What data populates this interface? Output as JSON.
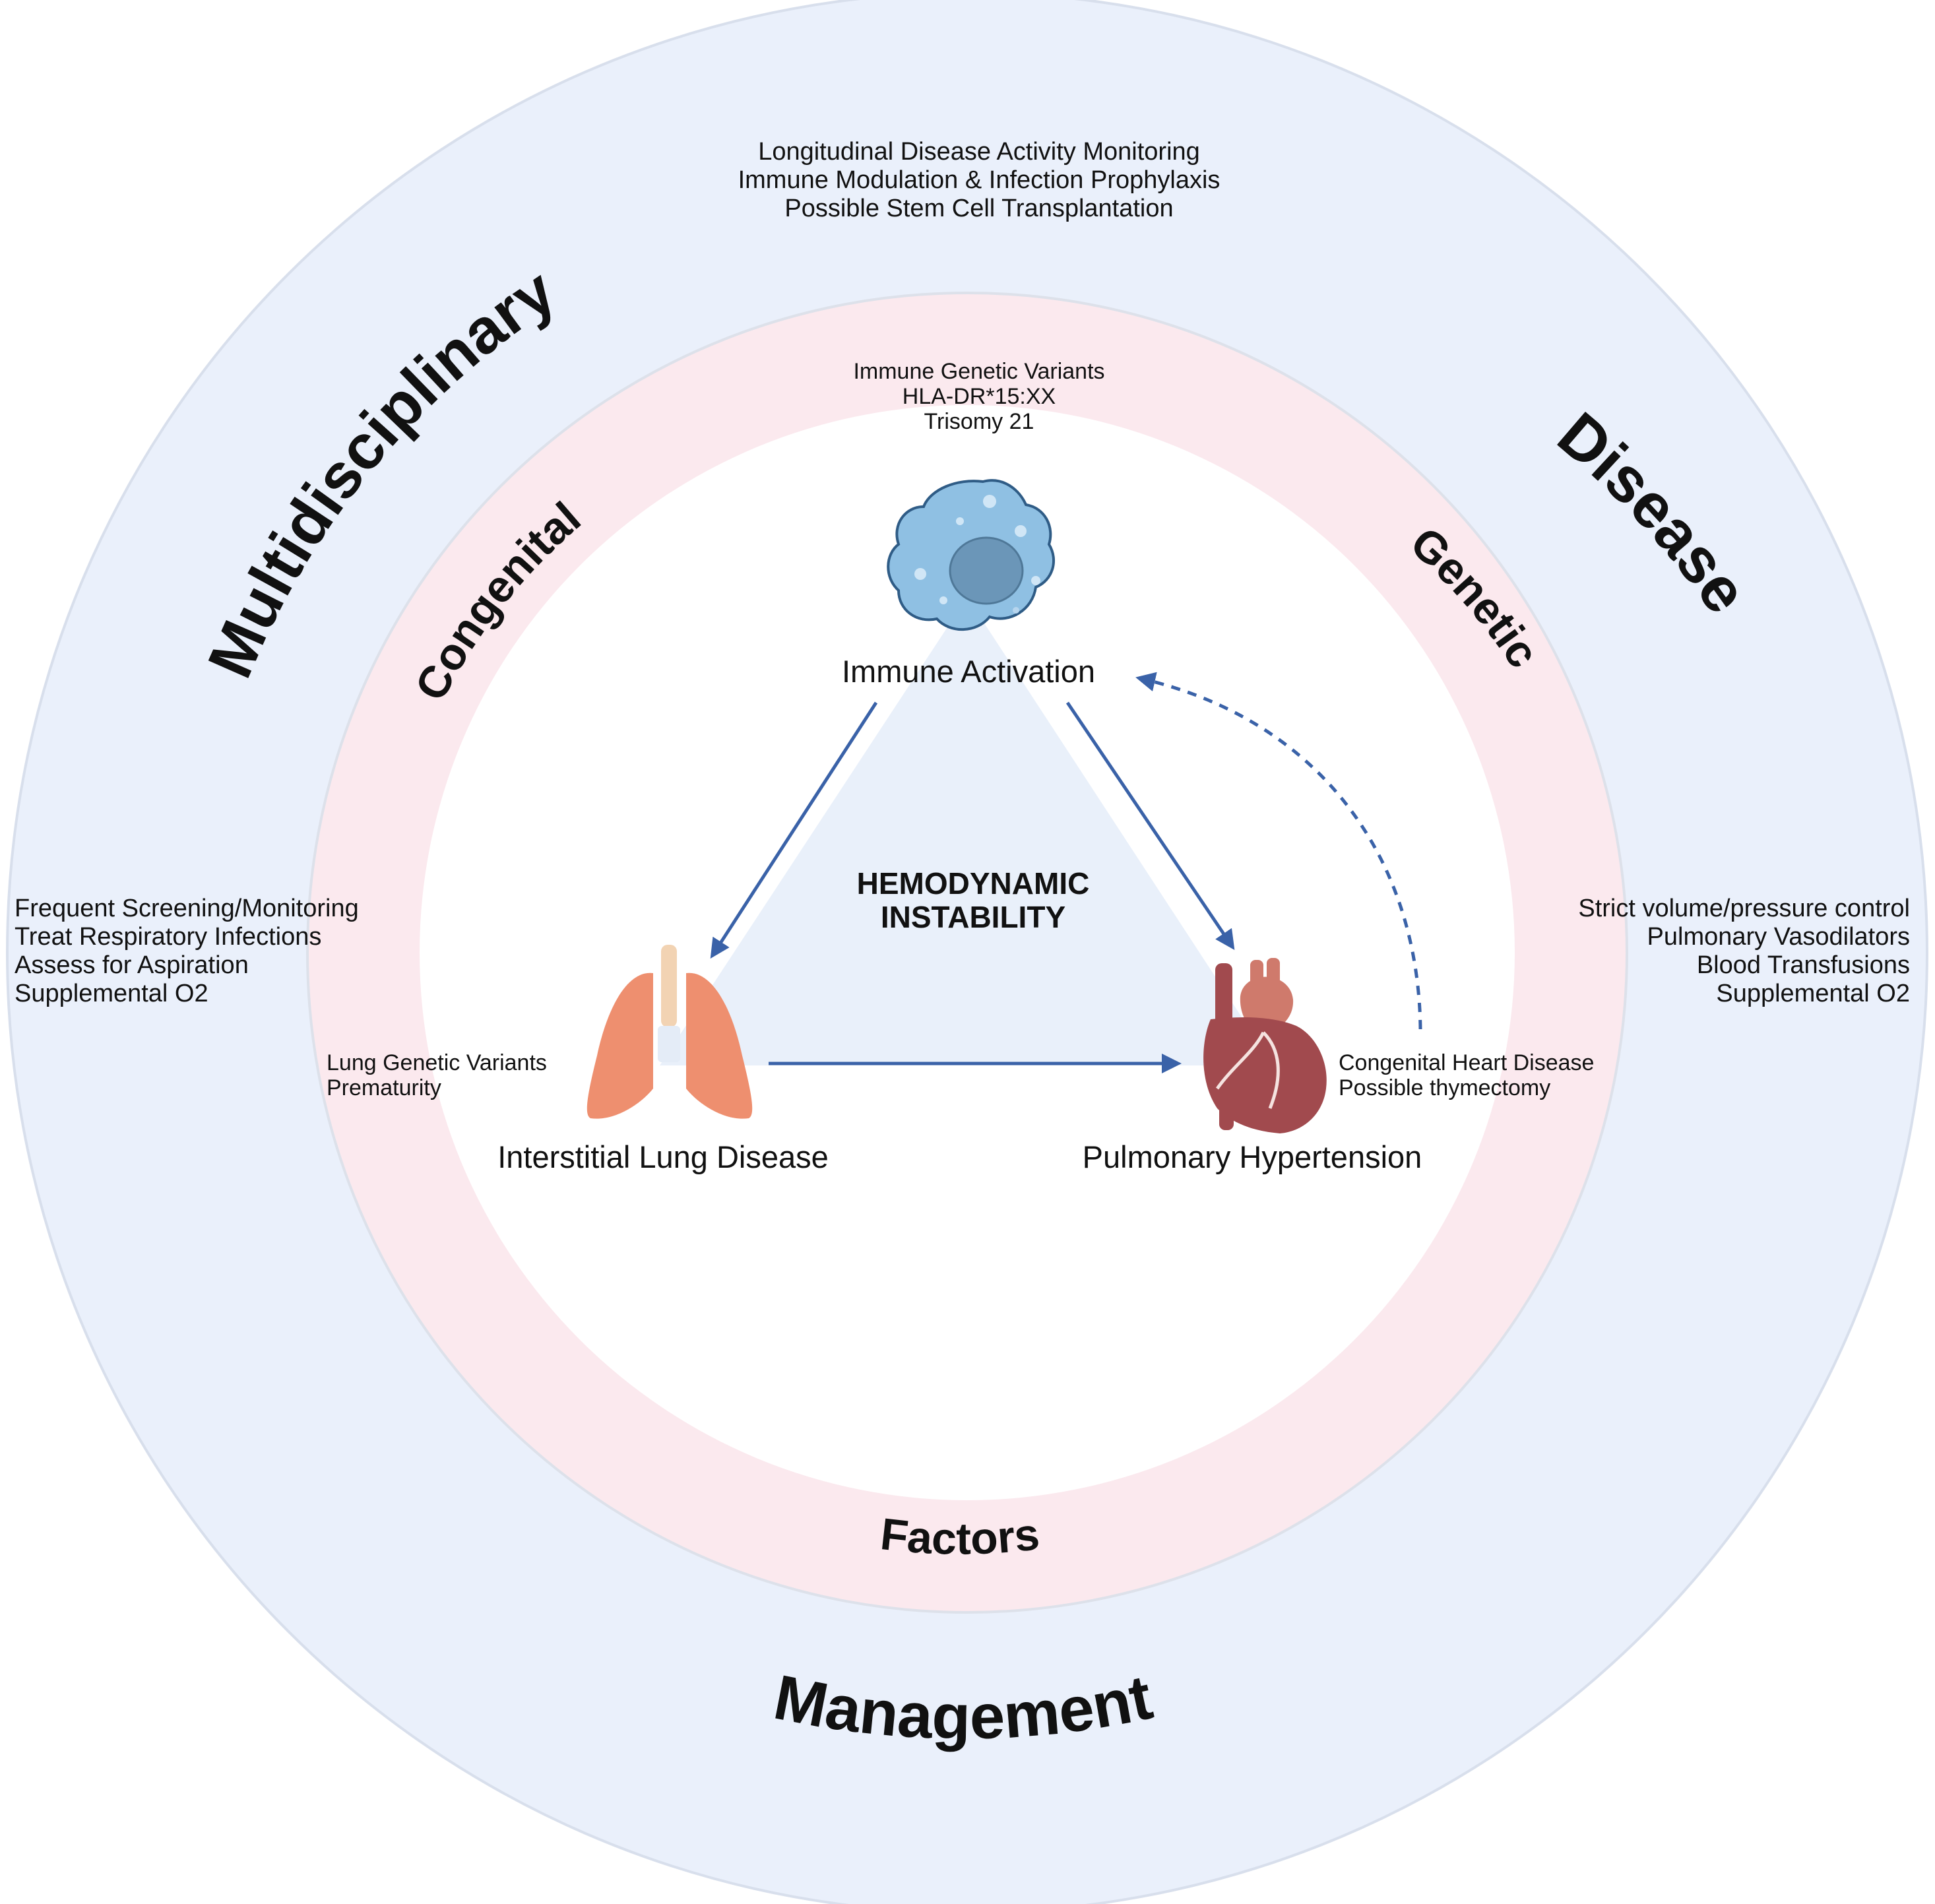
{
  "outer_ring": {
    "labels": {
      "left": "Multidisciplinary",
      "right": "Disease",
      "bottom": "Management"
    },
    "top_notes": [
      "Longitudinal Disease Activity Monitoring",
      "Immune Modulation & Infection Prophylaxis",
      "Possible Stem Cell Transplantation"
    ],
    "left_notes": [
      "Frequent Screening/Monitoring",
      "Treat Respiratory Infections",
      "Assess for Aspiration",
      "Supplemental O2"
    ],
    "right_notes": [
      "Strict volume/pressure control",
      "Pulmonary Vasodilators",
      "Blood Transfusions",
      "Supplemental O2"
    ]
  },
  "middle_ring": {
    "labels": {
      "left": "Congenital",
      "right": "Genetic",
      "bottom": "Factors"
    },
    "top_notes": [
      "Immune Genetic Variants",
      "HLA-DR*15:XX",
      "Trisomy 21"
    ],
    "left_notes": [
      "Lung Genetic Variants",
      "Prematurity"
    ],
    "right_notes": [
      "Congenital Heart Disease",
      "Possible thymectomy"
    ]
  },
  "center": {
    "title_line1": "HEMODYNAMIC",
    "title_line2": "INSTABILITY",
    "nodes": {
      "immune": "Immune Activation",
      "lung": "Interstitial Lung Disease",
      "heart": "Pulmonary Hypertension"
    }
  },
  "colors": {
    "outer_ring": "#eaf0fb",
    "middle_ring": "#fbe9ee",
    "center_triangle": "#e9f0fa",
    "arrow": "#3a62a8",
    "cell": "#8fc0e3",
    "nucleus": "#6b96b8",
    "lung": "#ee8f6f",
    "trachea": "#f2d3b3",
    "heart": "#a14a4e",
    "heart_light": "#cf7a6c"
  }
}
